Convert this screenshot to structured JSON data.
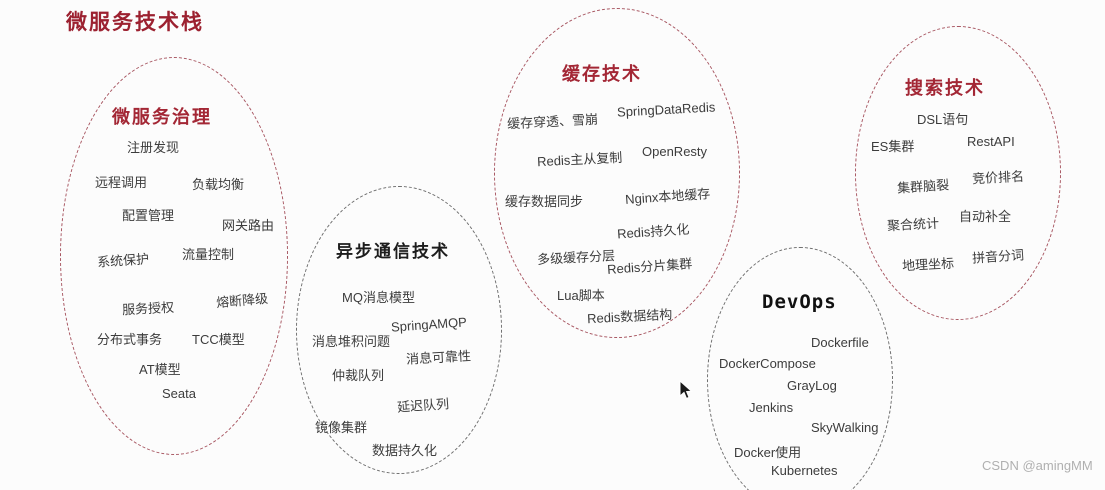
{
  "page": {
    "title": "微服务技术栈",
    "watermark": "CSDN @amingMM"
  },
  "colors": {
    "accent_red": "#a32735",
    "ellipse_red_border": "#a85762",
    "ellipse_gray_border": "#6f6f6f",
    "item_text": "#3c3c3c"
  },
  "clusters": [
    {
      "title": "微服务治理",
      "items": [
        "注册发现",
        "远程调用",
        "负载均衡",
        "配置管理",
        "网关路由",
        "系统保护",
        "流量控制",
        "服务授权",
        "熔断降级",
        "分布式事务",
        "TCC模型",
        "AT模型",
        "Seata"
      ]
    },
    {
      "title": "异步通信技术",
      "items": [
        "MQ消息模型",
        "SpringAMQP",
        "消息堆积问题",
        "消息可靠性",
        "仲裁队列",
        "延迟队列",
        "镜像集群",
        "数据持久化"
      ]
    },
    {
      "title": "缓存技术",
      "items": [
        "缓存穿透、雪崩",
        "SpringDataRedis",
        "Redis主从复制",
        "OpenResty",
        "缓存数据同步",
        "Nginx本地缓存",
        "Redis持久化",
        "多级缓存分层",
        "Redis分片集群",
        "Lua脚本",
        "Redis数据结构"
      ]
    },
    {
      "title": "DevOps",
      "items": [
        "Dockerfile",
        "DockerCompose",
        "GrayLog",
        "Jenkins",
        "SkyWalking",
        "Docker使用",
        "Kubernetes"
      ]
    },
    {
      "title": "搜索技术",
      "items": [
        "DSL语句",
        "ES集群",
        "RestAPI",
        "集群脑裂",
        "竞价排名",
        "聚合统计",
        "自动补全",
        "地理坐标",
        "拼音分词"
      ]
    }
  ]
}
